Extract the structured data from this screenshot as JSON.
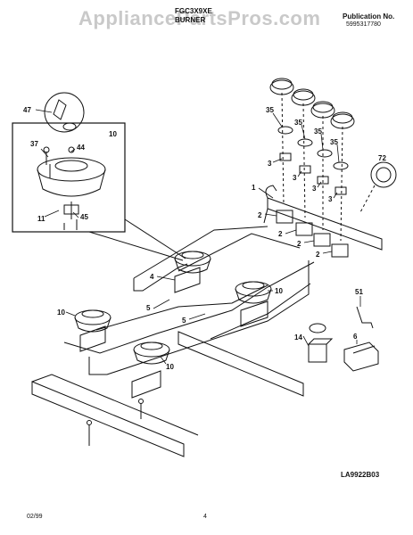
{
  "header": {
    "watermark": "AppliancePartsPros.com",
    "model": "FGC3X9XE",
    "section": "BURNER",
    "publication_label": "Publication No.",
    "publication_number": "5995317780"
  },
  "diagram": {
    "inset_label": "10",
    "callouts": [
      "47",
      "37",
      "44",
      "11",
      "45",
      "35",
      "35",
      "35",
      "35",
      "3",
      "3",
      "3",
      "3",
      "72",
      "1",
      "2",
      "2",
      "2",
      "2",
      "4",
      "5",
      "5",
      "10",
      "10",
      "10",
      "51",
      "14",
      "6"
    ]
  },
  "footer": {
    "illustration_code": "LA9922B03",
    "date": "02/99",
    "page": "4"
  }
}
